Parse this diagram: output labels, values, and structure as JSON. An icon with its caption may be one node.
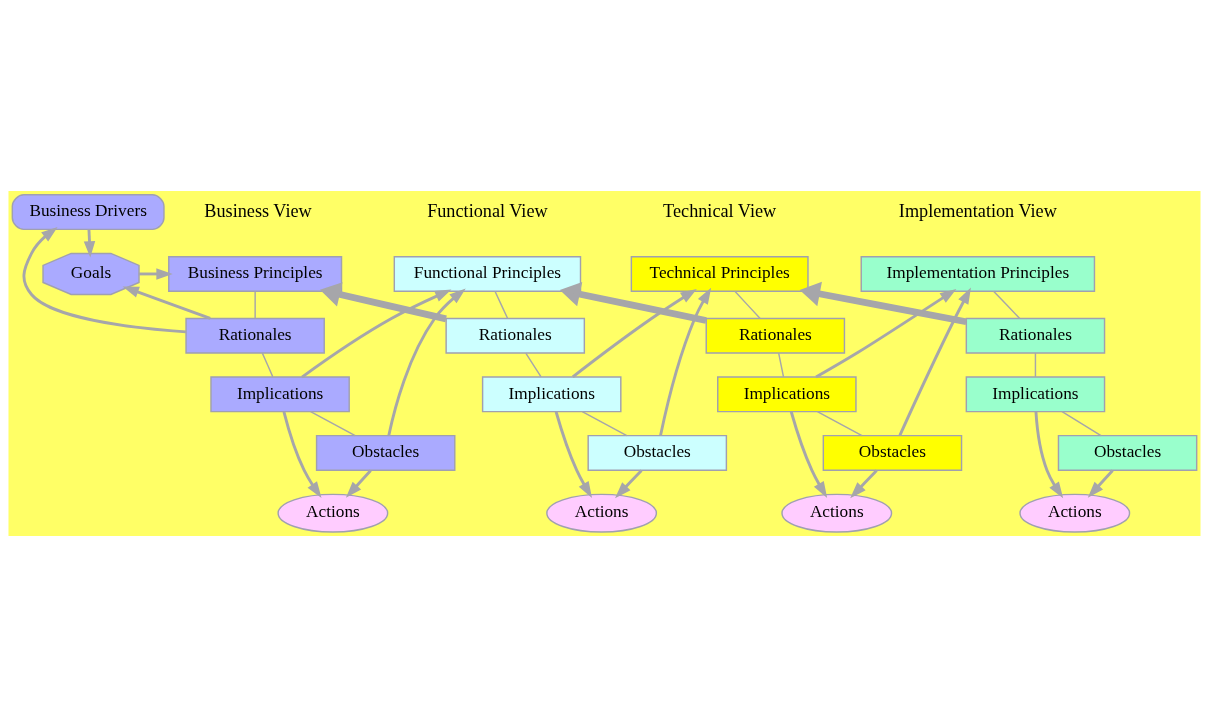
{
  "diagram": {
    "nodes": [
      {
        "text": [
          "Business Drivers"
        ]
      },
      {
        "text": [
          "Goals"
        ]
      },
      {
        "text": [
          "Business Principles"
        ]
      },
      {
        "text": [
          "Rationales"
        ]
      },
      {
        "text": [
          "Implications"
        ]
      },
      {
        "text": [
          "Obstacles"
        ]
      },
      {
        "text": [
          "Actions"
        ]
      },
      {
        "text": [
          "Functional Principles"
        ]
      },
      {
        "text": [
          "Rationales"
        ]
      },
      {
        "text": [
          "Implications"
        ]
      },
      {
        "text": [
          "Obstacles"
        ]
      },
      {
        "text": [
          "Actions"
        ]
      },
      {
        "text": [
          "Technical Principles"
        ]
      },
      {
        "text": [
          "Rationales"
        ]
      },
      {
        "text": [
          "Implications"
        ]
      },
      {
        "text": [
          "Obstacles"
        ]
      },
      {
        "text": [
          "Actions"
        ]
      },
      {
        "text": [
          "Implementation Principles"
        ]
      },
      {
        "text": [
          "Rationales"
        ]
      },
      {
        "text": [
          "Implications"
        ]
      },
      {
        "text": [
          "Obstacles"
        ]
      },
      {
        "text": [
          "Actions"
        ]
      }
    ],
    "edges": [
      {
        "from": 0,
        "to": 1,
        "arrow": "to"
      },
      {
        "from": 1,
        "to": 2,
        "arrow": "to"
      },
      {
        "from": 3,
        "to": 1,
        "arrow": "to"
      },
      {
        "from": 3,
        "to": 0,
        "arrow": "to"
      },
      {
        "from": 2,
        "to": 3,
        "arrow": "none"
      },
      {
        "from": 3,
        "to": 4,
        "arrow": "none"
      },
      {
        "from": 4,
        "to": 5,
        "arrow": "none"
      },
      {
        "from": 4,
        "to": 6,
        "arrow": "to"
      },
      {
        "from": 5,
        "to": 6,
        "arrow": "to"
      },
      {
        "from": 4,
        "to": 7,
        "arrow": "to"
      },
      {
        "from": 5,
        "to": 7,
        "arrow": "to"
      },
      {
        "from": 8,
        "to": 2,
        "arrow": "to",
        "style": "thick"
      },
      {
        "from": 7,
        "to": 8,
        "arrow": "none"
      },
      {
        "from": 8,
        "to": 9,
        "arrow": "none"
      },
      {
        "from": 9,
        "to": 10,
        "arrow": "none"
      },
      {
        "from": 9,
        "to": 11,
        "arrow": "to"
      },
      {
        "from": 10,
        "to": 11,
        "arrow": "to"
      },
      {
        "from": 9,
        "to": 12,
        "arrow": "to"
      },
      {
        "from": 10,
        "to": 12,
        "arrow": "to"
      },
      {
        "from": 13,
        "to": 7,
        "arrow": "to",
        "style": "thick"
      },
      {
        "from": 12,
        "to": 13,
        "arrow": "none"
      },
      {
        "from": 13,
        "to": 14,
        "arrow": "none"
      },
      {
        "from": 14,
        "to": 15,
        "arrow": "none"
      },
      {
        "from": 14,
        "to": 16,
        "arrow": "to"
      },
      {
        "from": 15,
        "to": 16,
        "arrow": "to"
      },
      {
        "from": 14,
        "to": 17,
        "arrow": "to"
      },
      {
        "from": 15,
        "to": 17,
        "arrow": "to"
      },
      {
        "from": 18,
        "to": 12,
        "arrow": "to",
        "style": "thick"
      },
      {
        "from": 17,
        "to": 18,
        "arrow": "none"
      },
      {
        "from": 18,
        "to": 19,
        "arrow": "none"
      },
      {
        "from": 19,
        "to": 20,
        "arrow": "none"
      },
      {
        "from": 19,
        "to": 21,
        "arrow": "to"
      },
      {
        "from": 20,
        "to": 21,
        "arrow": "to"
      }
    ],
    "labels": [
      "Business View",
      "Functional View",
      "Technical View",
      "Implementation View"
    ]
  }
}
